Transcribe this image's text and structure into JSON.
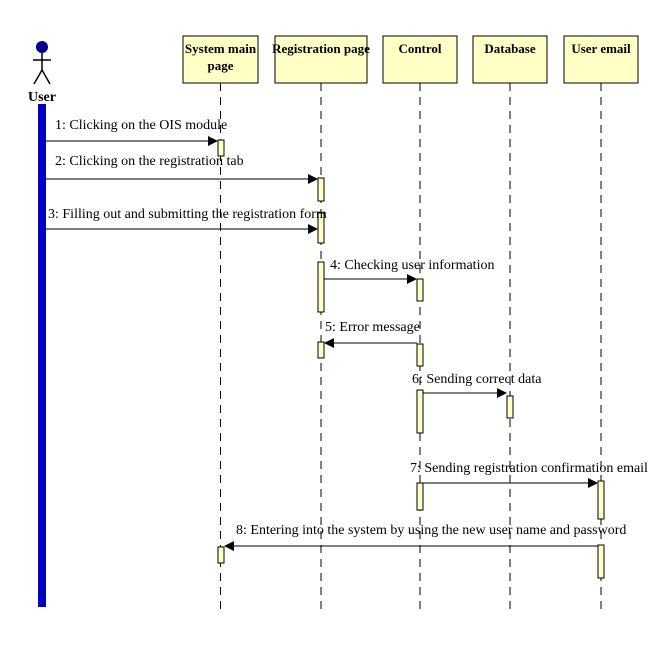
{
  "actor": {
    "label": "User"
  },
  "lifelines": [
    {
      "id": "system",
      "label_lines": [
        "System main",
        "page"
      ]
    },
    {
      "id": "registration",
      "label_lines": [
        "Registration page"
      ]
    },
    {
      "id": "control",
      "label_lines": [
        "Control"
      ]
    },
    {
      "id": "database",
      "label_lines": [
        "Database"
      ]
    },
    {
      "id": "email",
      "label_lines": [
        "User email"
      ]
    }
  ],
  "messages": [
    {
      "label": "1: Clicking on the OIS module"
    },
    {
      "label": "2: Clicking on the registration tab"
    },
    {
      "label": "3: Filling out and submitting the registration form"
    },
    {
      "label": "4: Checking user information"
    },
    {
      "label": "5: Error message"
    },
    {
      "label": "6: Sending correct data"
    },
    {
      "label": "7: Sending registration confirmation email"
    },
    {
      "label": "8: Entering into the system by using the new user name and password"
    }
  ],
  "colors": {
    "box_fill": "#ffffc6",
    "activation_fill": "#ffffc6",
    "actor_bar": "#0000c0",
    "actor_head": "#00008b",
    "line": "#000000"
  }
}
